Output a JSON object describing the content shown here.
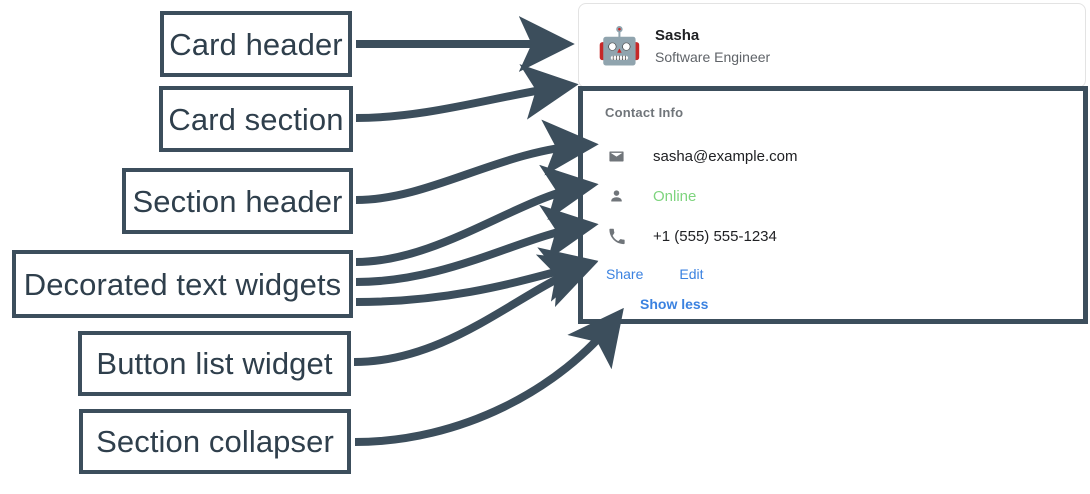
{
  "diagram": {
    "accent_color": "#3c4e5c",
    "annotations": [
      {
        "id": "card-header",
        "label": "Card header"
      },
      {
        "id": "card-section",
        "label": "Card section"
      },
      {
        "id": "section-header",
        "label": "Section header"
      },
      {
        "id": "decorated-text",
        "label": "Decorated text widgets"
      },
      {
        "id": "button-list",
        "label": "Button list widget"
      },
      {
        "id": "section-collapser",
        "label": "Section collapser"
      }
    ]
  },
  "card": {
    "header": {
      "avatar_icon": "robot-avatar",
      "avatar_glyph": "🤖",
      "title": "Sasha",
      "subtitle": "Software Engineer"
    },
    "section": {
      "header": "Contact Info",
      "rows": [
        {
          "icon": "email-icon",
          "text": "sasha@example.com",
          "color": "#202124"
        },
        {
          "icon": "person-icon",
          "text": "Online",
          "color": "#7ed47e"
        },
        {
          "icon": "phone-icon",
          "text": "+1 (555) 555-1234",
          "color": "#202124"
        }
      ],
      "buttons": [
        {
          "label": "Share"
        },
        {
          "label": "Edit"
        }
      ],
      "collapser": {
        "label": "Show less"
      },
      "link_color": "#3b82e0"
    }
  }
}
